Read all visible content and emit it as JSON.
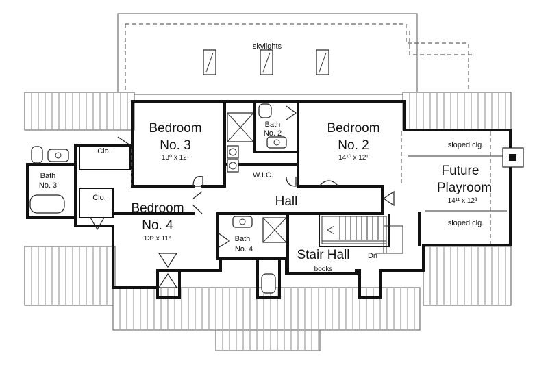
{
  "labels": {
    "skylights": "skylights",
    "bedroom3_name": "Bedroom",
    "bedroom3_no": "No. 3",
    "bedroom3_dim": "13⁰ x 12¹",
    "bedroom2_name": "Bedroom",
    "bedroom2_no": "No. 2",
    "bedroom2_dim": "14¹⁰ x 12¹",
    "bedroom4_name": "Bedroom",
    "bedroom4_no": "No. 4",
    "bedroom4_dim": "13⁵ x 11⁴",
    "bath2_name": "Bath",
    "bath2_no": "No. 2",
    "bath3_name": "Bath",
    "bath3_no": "No. 3",
    "bath4_name": "Bath",
    "bath4_no": "No. 4",
    "clo_upper": "Clo.",
    "clo_lower": "Clo.",
    "wic": "W.I.C.",
    "hall": "Hall",
    "stair_hall": "Stair Hall",
    "books": "books",
    "dn": "Dn",
    "future": "Future",
    "playroom": "Playroom",
    "playroom_dim": "14¹¹ x 12³",
    "sloped_top": "sloped clg.",
    "sloped_bottom": "sloped clg."
  }
}
